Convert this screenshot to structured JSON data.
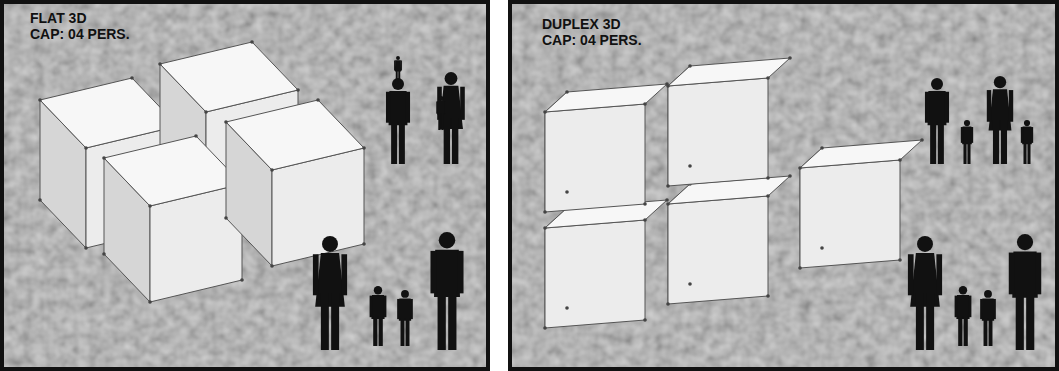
{
  "diagram": {
    "nodes": [
      {
        "text": [
          "FLAT 3D",
          "CAP: 04 PERS."
        ]
      },
      {
        "text": [
          "DUPLEX 3D",
          "CAP: 04 PERS."
        ]
      }
    ]
  }
}
